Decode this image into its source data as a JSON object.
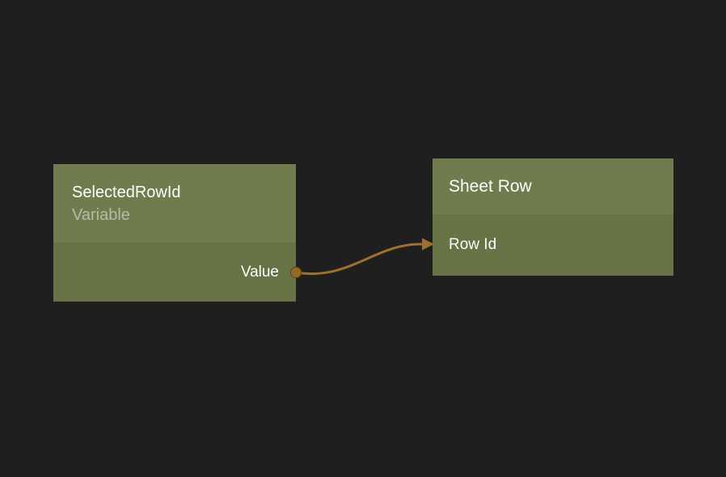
{
  "canvas": {
    "background_color": "#1f1f1f"
  },
  "nodes": {
    "variable": {
      "title": "SelectedRowId",
      "subtitle": "Variable",
      "output_port": {
        "label": "Value"
      }
    },
    "sheet_row": {
      "title": "Sheet Row",
      "input_port": {
        "label": "Row Id"
      }
    }
  },
  "connection": {
    "from_node": "SelectedRowId",
    "from_port": "Value",
    "to_node": "Sheet Row",
    "to_port": "Row Id"
  },
  "colors": {
    "node_header": "#707c4d",
    "node_body": "#677345",
    "wire": "#9c712c",
    "port_dot": "#946a24",
    "title_text": "#ffffff",
    "subtitle_text": "#b6bca4"
  }
}
